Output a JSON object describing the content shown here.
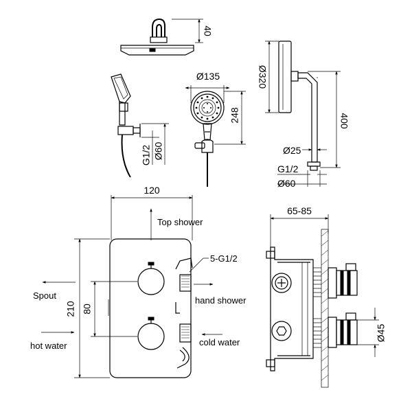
{
  "dimensions": {
    "head_height": "40",
    "head_diameter": "Ø320",
    "arm_length": "400",
    "arm_diameter": "Ø25",
    "arm_thread": "G1/2",
    "arm_flange": "Ø60",
    "handset_diameter": "Ø135",
    "handset_length": "248",
    "holder_thread": "G1/2",
    "holder_flange": "Ø60",
    "plate_width": "120",
    "plate_height": "210",
    "valve_spacing": "80",
    "box_depth": "65-85",
    "knob_diameter": "Ø45"
  },
  "labels": {
    "top_shower": "Top shower",
    "outlets": "5-G1/2",
    "hand_shower": "hand shower",
    "spout": "Spout",
    "cold_water": "cold water",
    "hot_water": "hot water"
  }
}
